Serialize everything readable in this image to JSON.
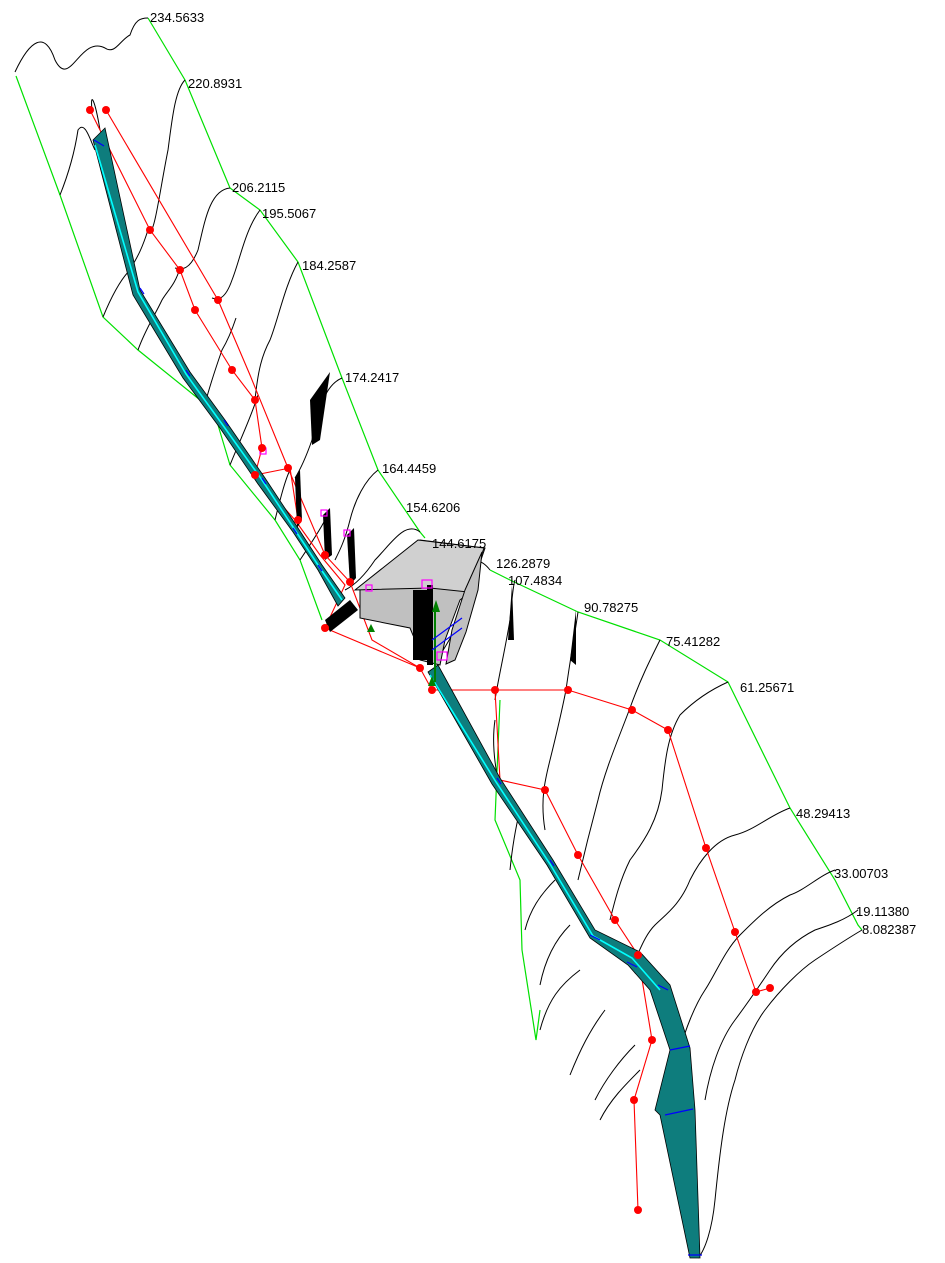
{
  "view": {
    "title": "",
    "colors": {
      "xs_terrain": "#000000",
      "bank_boundary": "#00e000",
      "flow_path": "#ff0000",
      "channel_fill": "#0e7d7d",
      "water_edge": "#00ffff",
      "markers": "#0000ff",
      "bridge_deck": "#c0c0c0",
      "ineffective_markers": "#ff00ff"
    }
  },
  "river_stations": [
    "234.5633",
    "220.8931",
    "206.2115",
    "195.5067",
    "184.2587",
    "174.2417",
    "164.4459",
    "154.6206",
    "144.6175",
    "126.2879",
    "107.4834",
    "90.78275",
    "75.41282",
    "61.25671",
    "48.29413",
    "33.00703",
    "19.11380",
    "8.082387"
  ]
}
